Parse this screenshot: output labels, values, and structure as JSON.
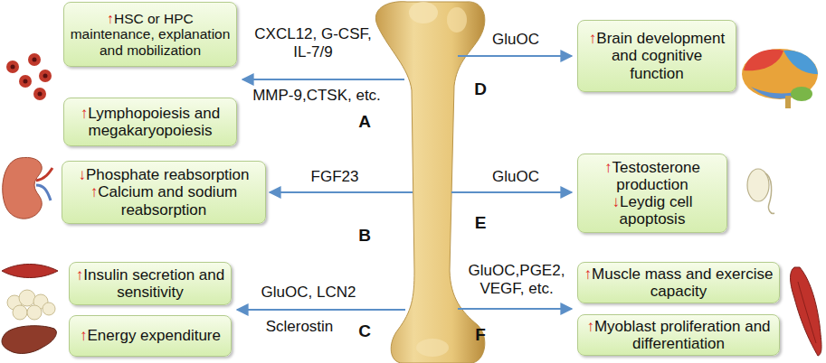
{
  "diagram": {
    "nodes": [
      {
        "text": [
          "↑",
          "HSC or HPC maintenance, explanation and mobilization"
        ]
      },
      {
        "text": [
          "↑",
          "Lymphopoiesis and megakaryopoiesis"
        ]
      },
      {
        "text": [
          "↓",
          "Phosphate reabsorption",
          "↑",
          "Calcium and sodium reabsorption"
        ]
      },
      {
        "text": [
          "↑",
          "Insulin secretion and sensitivity"
        ]
      },
      {
        "text": [
          "↑",
          "Energy expenditure"
        ]
      },
      {
        "text": [
          "↑",
          "Brain development and cognitive function"
        ]
      },
      {
        "text": [
          "↑",
          "Testosterone production",
          "↓",
          "Leydig cell apoptosis"
        ]
      },
      {
        "text": [
          "↑",
          "Muscle mass and exercise capacity"
        ]
      },
      {
        "text": [
          "↑",
          "Myoblast proliferation and differentiation"
        ]
      }
    ],
    "labels": [
      "CXCL12, G-CSF, IL-7/9",
      "MMP-9,CTSK, etc.",
      "A",
      "FGF23",
      "B",
      "GluOC, LCN2",
      "Sclerostin",
      "C",
      "GluOC",
      "D",
      "GluOC",
      "E",
      "GluOC,PGE2, VEGF, etc.",
      "F"
    ]
  }
}
